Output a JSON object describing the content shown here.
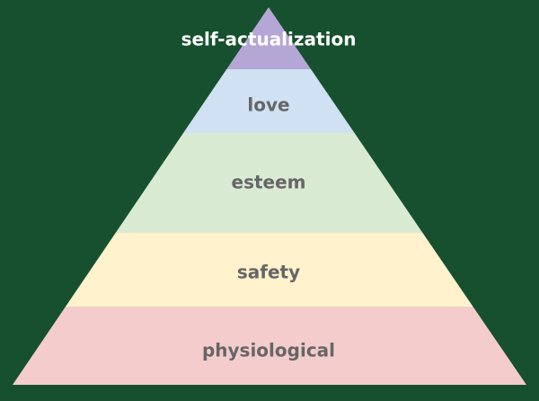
{
  "diagram": {
    "background_color": "#17502e",
    "levels": [
      {
        "label": "self-actualization",
        "fill": "#b4a6d5",
        "text_color": "#ffffff"
      },
      {
        "label": "love",
        "fill": "#cfe1f3",
        "text_color": "#666666"
      },
      {
        "label": "esteem",
        "fill": "#d9ead3",
        "text_color": "#666666"
      },
      {
        "label": "safety",
        "fill": "#fff2cc",
        "text_color": "#666666"
      },
      {
        "label": "physiological",
        "fill": "#f4cccc",
        "text_color": "#666666"
      }
    ]
  }
}
